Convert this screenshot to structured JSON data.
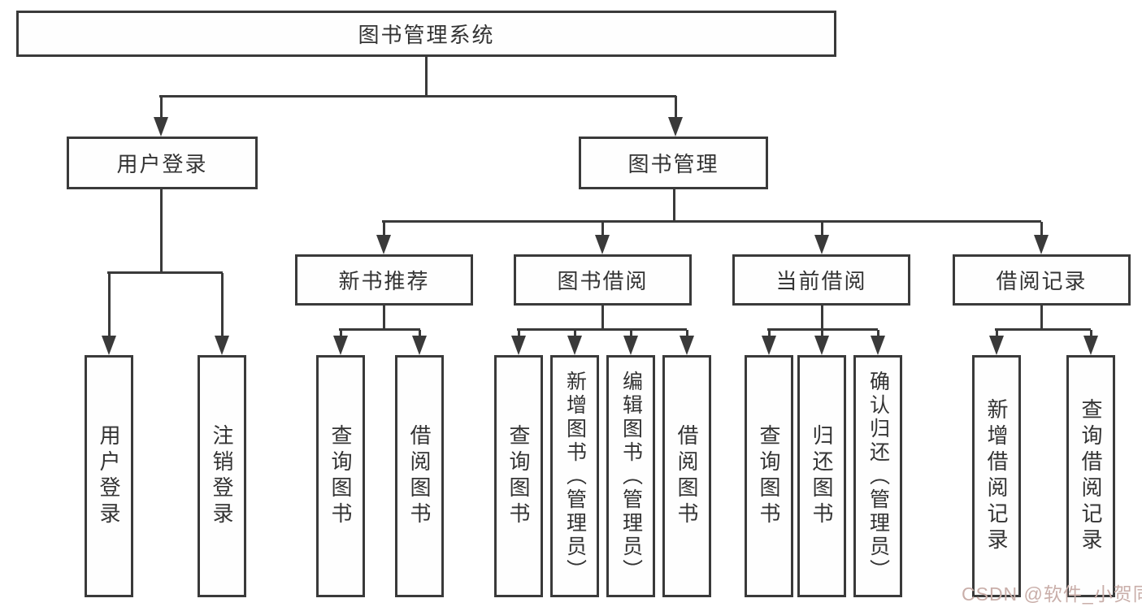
{
  "diagram": {
    "nodes": {
      "root": {
        "label": "图书管理系统"
      },
      "user_login": {
        "label": "用户登录"
      },
      "book_mgmt": {
        "label": "图书管理"
      },
      "new_book": {
        "label": "新书推荐"
      },
      "book_borrow": {
        "label": "图书借阅"
      },
      "current_borrow": {
        "label": "当前借阅"
      },
      "borrow_record": {
        "label": "借阅记录"
      },
      "leaf_user_login": {
        "label": "用户登录"
      },
      "leaf_logout": {
        "label": "注销登录"
      },
      "leaf_nb_query": {
        "label": "查询图书"
      },
      "leaf_nb_borrow": {
        "label": "借阅图书"
      },
      "leaf_bb_query": {
        "label": "查询图书"
      },
      "leaf_bb_add": {
        "label": "新增图书（管理员）"
      },
      "leaf_bb_edit": {
        "label": "编辑图书（管理员）"
      },
      "leaf_bb_borrow": {
        "label": "借阅图书"
      },
      "leaf_cb_query": {
        "label": "查询图书"
      },
      "leaf_cb_return": {
        "label": "归还图书"
      },
      "leaf_cb_confirm": {
        "label": "确认归还（管理员）"
      },
      "leaf_br_add": {
        "label": "新增借阅记录"
      },
      "leaf_br_query": {
        "label": "查询借阅记录"
      }
    },
    "colors": {
      "line": "#3a3a3a",
      "text": "#333333",
      "background": "#ffffff",
      "watermark": "#c9aea9"
    }
  },
  "watermark": {
    "text": "CSDN @软件_小贺同学"
  }
}
